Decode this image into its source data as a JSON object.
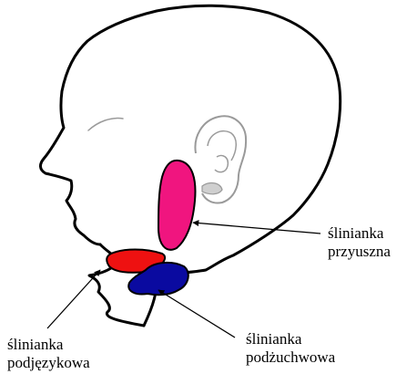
{
  "glands": {
    "parotid": {
      "line1": "ślinianka",
      "line2": "przyuszna",
      "color": "#f0157f"
    },
    "sublingual": {
      "line1": "ślinianka",
      "line2": "podjęzykowa",
      "color": "#ee1111"
    },
    "submandibular": {
      "line1": "ślinianka",
      "line2": "podżuchwowa",
      "color": "#0a0aa0"
    }
  }
}
